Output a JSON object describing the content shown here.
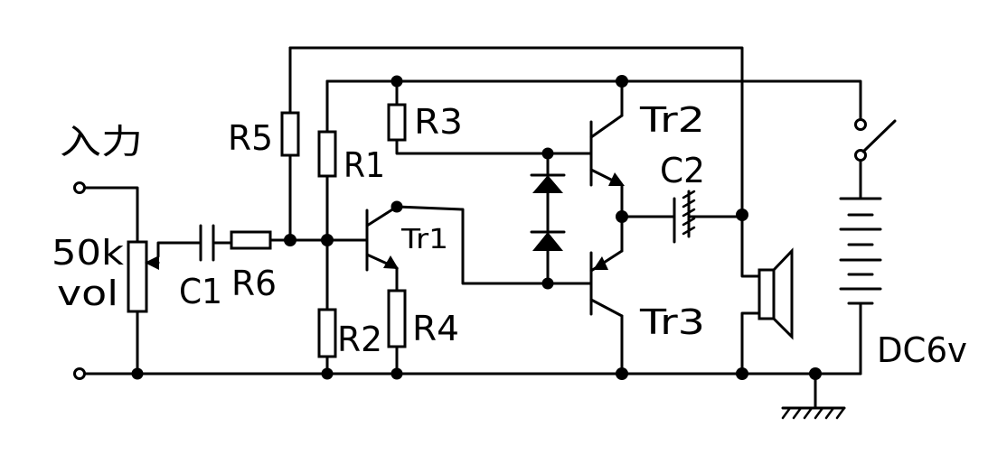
{
  "diagram": {
    "labels": {
      "input": "入力",
      "vol_value": "50k",
      "vol_name": "vol",
      "c1": "C1",
      "r6": "R6",
      "r5": "R5",
      "r1": "R1",
      "r3": "R3",
      "r2": "R2",
      "r4": "R4",
      "tr1": "Tr1",
      "tr2": "Tr2",
      "tr3": "Tr3",
      "c2": "C2",
      "supply": "DC6v"
    }
  }
}
